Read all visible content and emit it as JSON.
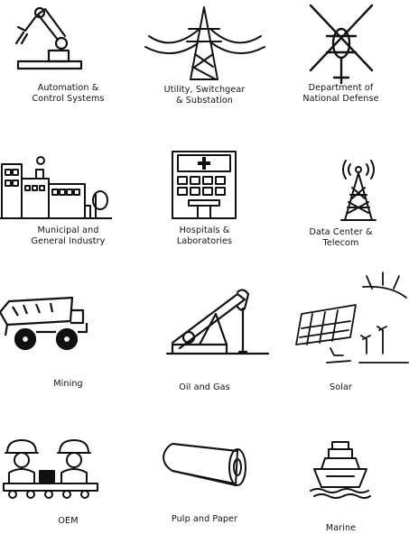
{
  "industries": [
    {
      "label": "Automation &\nControl Systems",
      "icon": "robot-arm-icon"
    },
    {
      "label": "Utility, Switchgear\n& Substation",
      "icon": "power-tower-icon"
    },
    {
      "label": "Department of\nNational Defense",
      "icon": "helicopter-icon"
    },
    {
      "label": "Municipal and\nGeneral Industry",
      "icon": "factory-icon"
    },
    {
      "label": "Hospitals &\nLaboratories",
      "icon": "hospital-icon"
    },
    {
      "label": "Data Center &\nTelecom",
      "icon": "antenna-tower-icon"
    },
    {
      "label": "Mining",
      "icon": "mining-truck-icon"
    },
    {
      "label": "Oil and Gas",
      "icon": "pump-jack-icon"
    },
    {
      "label": "Solar",
      "icon": "solar-panel-icon"
    },
    {
      "label": "OEM",
      "icon": "workers-conveyor-icon"
    },
    {
      "label": "Pulp and Paper",
      "icon": "paper-roll-icon"
    },
    {
      "label": "Marine",
      "icon": "ship-icon"
    }
  ]
}
